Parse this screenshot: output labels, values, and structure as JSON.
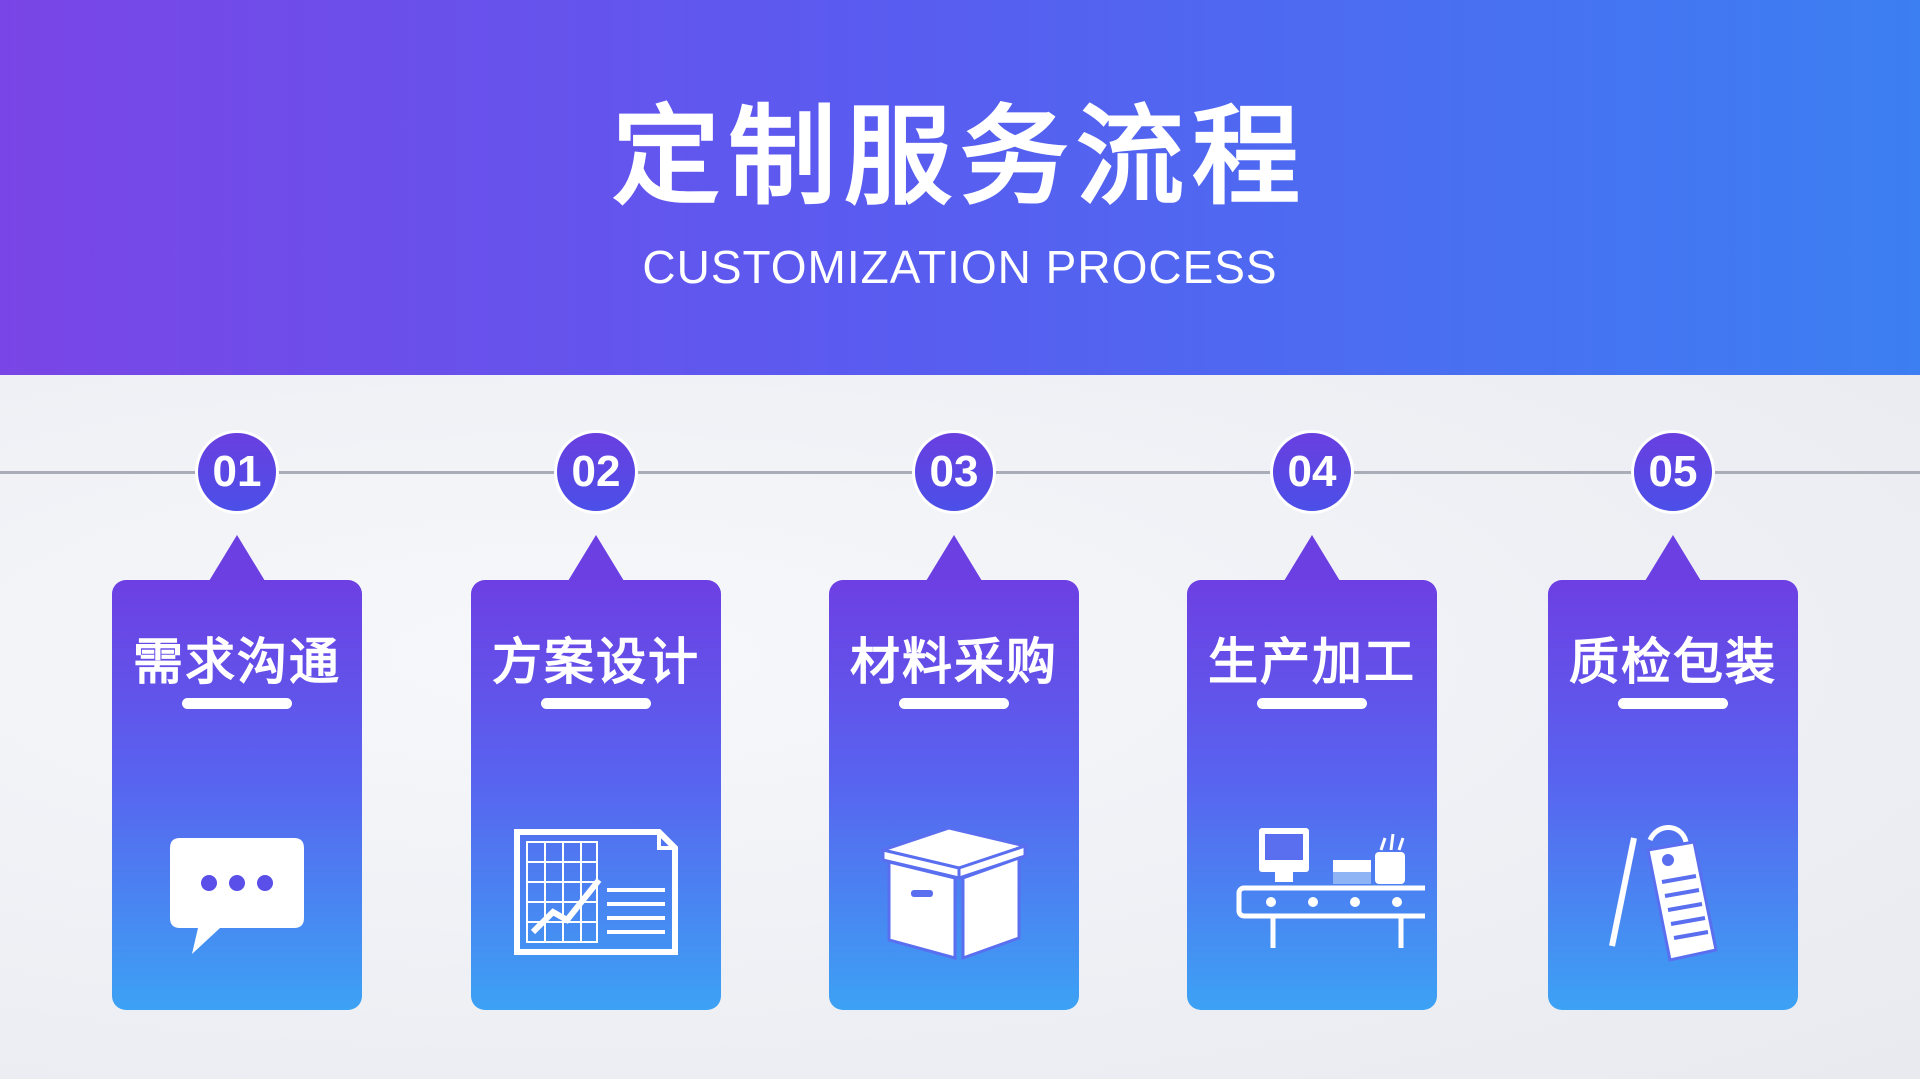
{
  "header": {
    "title": "定制服务流程",
    "subtitle": "CUSTOMIZATION PROCESS"
  },
  "colors": {
    "header_gradient_start": "#7a45e6",
    "header_gradient_end": "#3c7ff2",
    "card_top": "#6d3fe3",
    "card_bottom": "#3ca2f4",
    "timeline": "#a9adb8"
  },
  "steps": [
    {
      "number": "01",
      "label": "需求沟通",
      "icon": "chat-bubble-icon"
    },
    {
      "number": "02",
      "label": "方案设计",
      "icon": "chart-document-icon"
    },
    {
      "number": "03",
      "label": "材料采购",
      "icon": "box-icon"
    },
    {
      "number": "04",
      "label": "生产加工",
      "icon": "conveyor-machine-icon"
    },
    {
      "number": "05",
      "label": "质检包装",
      "icon": "tag-label-icon"
    }
  ]
}
